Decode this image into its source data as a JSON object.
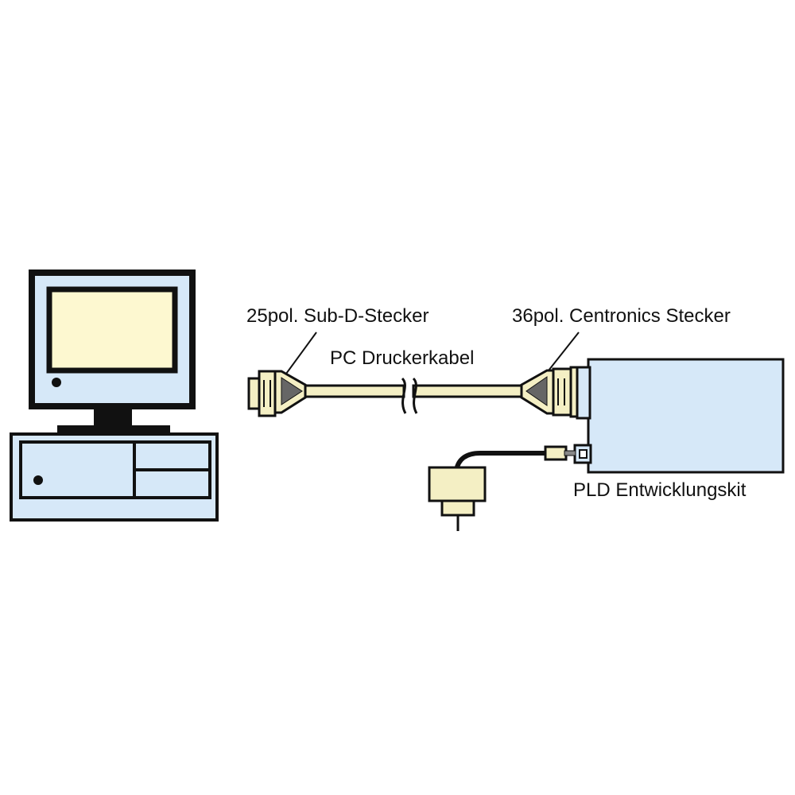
{
  "labels": {
    "subd_connector": "25pol. Sub-D-Stecker",
    "printer_cable": "PC Druckerkabel",
    "centronics_connector": "36pol. Centronics Stecker",
    "dev_kit": "PLD Entwicklungskit"
  },
  "colors": {
    "monitor_screen": "#fdf8d0",
    "pc_body": "#d6e8f8",
    "connector": "#f4efc4",
    "cable": "#f4efc4",
    "kit_board": "#d6e8f8",
    "power_supply": "#f4efc4",
    "outline": "#111111"
  },
  "icons": {
    "computer": "desktop-pc-icon",
    "monitor": "monitor-icon",
    "power_adapter": "power-adapter-icon"
  }
}
